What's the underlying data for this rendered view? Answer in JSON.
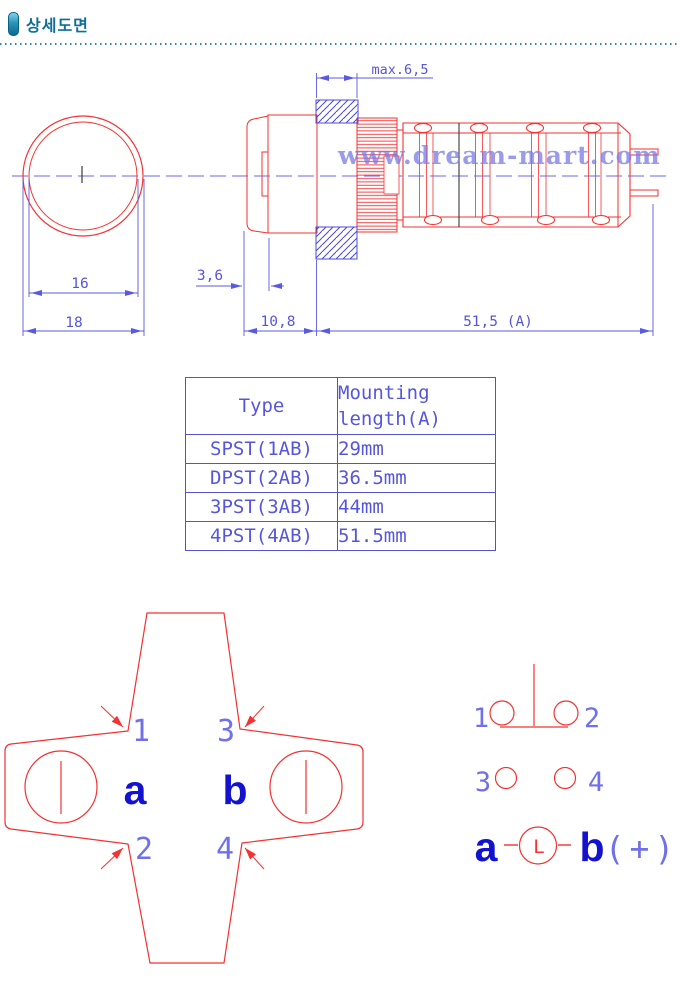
{
  "header": {
    "title": "상세도면"
  },
  "watermark": {
    "text": "www.dream-mart.com"
  },
  "drawing": {
    "dim_max": "max.6,5",
    "dim_16": "16",
    "dim_18": "18",
    "dim_36": "3,6",
    "dim_108": "10,8",
    "dim_515": "51,5 (A)"
  },
  "table": {
    "col_type": "Type",
    "col_mounting_line1": "Mounting",
    "col_mounting_line2": "length(A)",
    "rows": [
      {
        "type": "SPST(1AB)",
        "length": "29mm"
      },
      {
        "type": "DPST(2AB)",
        "length": "36.5mm"
      },
      {
        "type": "3PST(3AB)",
        "length": "44mm"
      },
      {
        "type": "4PST(4AB)",
        "length": "51.5mm"
      }
    ]
  },
  "cross_view": {
    "n1": "1",
    "n2": "2",
    "n3": "3",
    "n4": "4",
    "terminal_a": "a",
    "terminal_b": "b"
  },
  "pin_diagram": {
    "n1": "1",
    "n2": "2",
    "n3": "3",
    "n4": "4",
    "terminal_a": "a",
    "terminal_b": "b",
    "lamp": "L",
    "polarity": "(+)"
  },
  "colors": {
    "line_red": "#f53131",
    "dim_blue": "#5a5ae0",
    "bold_navy": "#1212cf",
    "header_teal": "#0e6f96"
  }
}
